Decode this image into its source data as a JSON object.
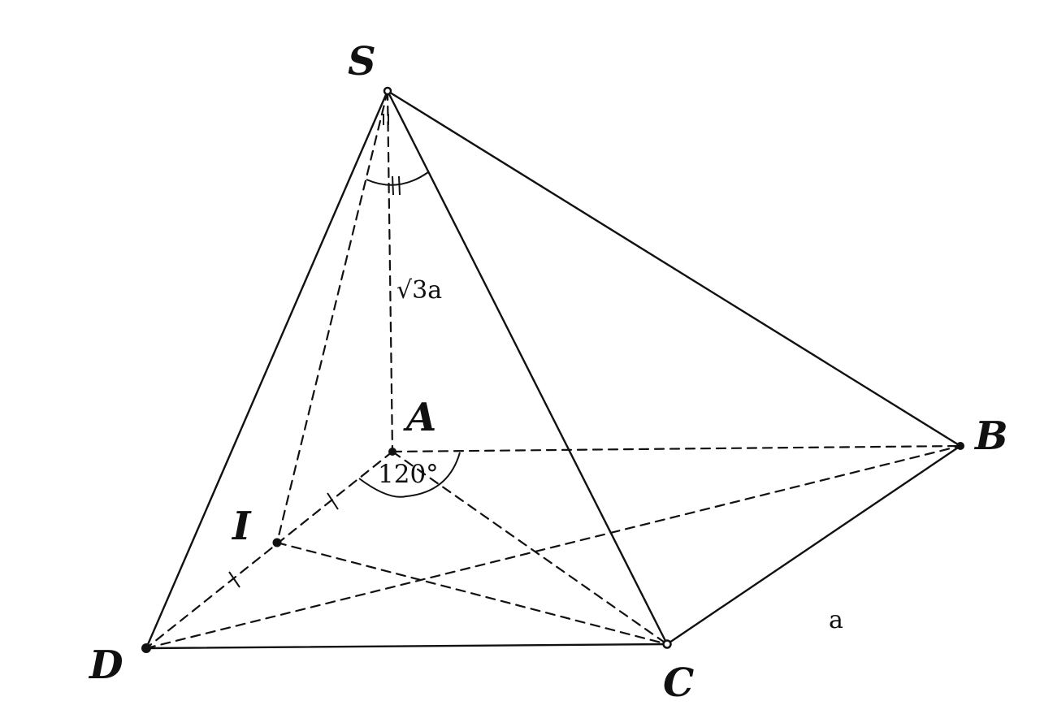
{
  "labels": {
    "S": "S",
    "A": "A",
    "B": "B",
    "C": "C",
    "D": "D",
    "I": "I"
  },
  "measures": {
    "height": "√3a",
    "side": "a",
    "angle": "120°"
  }
}
